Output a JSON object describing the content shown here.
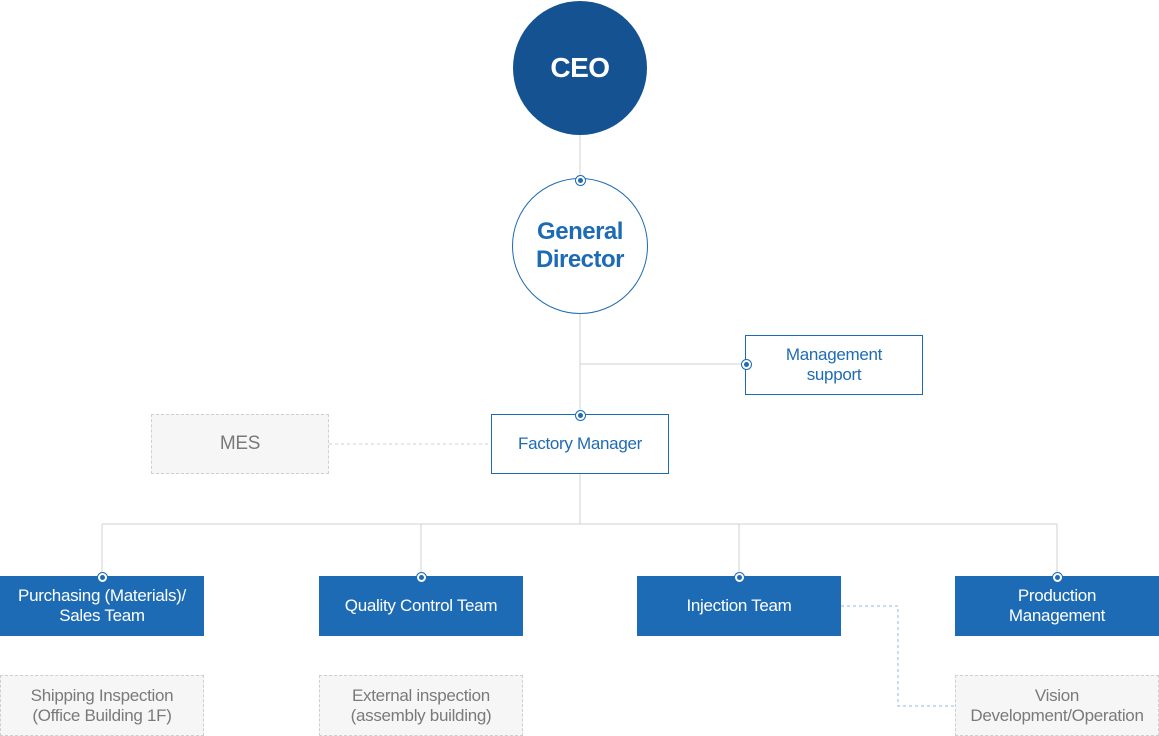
{
  "colors": {
    "primary_dark": "#155291",
    "primary": "#1e6bb5",
    "connector": "#d0d0d0",
    "connector_dashed": "#8fb8e0",
    "support_text": "#7a7a7a"
  },
  "chart": {
    "ceo": "CEO",
    "general_director": [
      "General",
      "Director"
    ],
    "management_support": [
      "Management",
      "support"
    ],
    "factory_manager": "Factory Manager",
    "mes": "MES",
    "teams": [
      {
        "lines": [
          "Purchasing (Materials)/",
          "Sales Team"
        ]
      },
      {
        "lines": [
          "Quality Control Team"
        ]
      },
      {
        "lines": [
          "Injection Team"
        ]
      },
      {
        "lines": [
          "Production",
          "Management"
        ]
      }
    ],
    "sub_units": {
      "shipping_inspection": [
        "Shipping Inspection",
        "(Office Building 1F)"
      ],
      "external_inspection": [
        "External inspection",
        "(assembly building)"
      ],
      "vision": [
        "Vision",
        "Development/Operation"
      ]
    }
  }
}
